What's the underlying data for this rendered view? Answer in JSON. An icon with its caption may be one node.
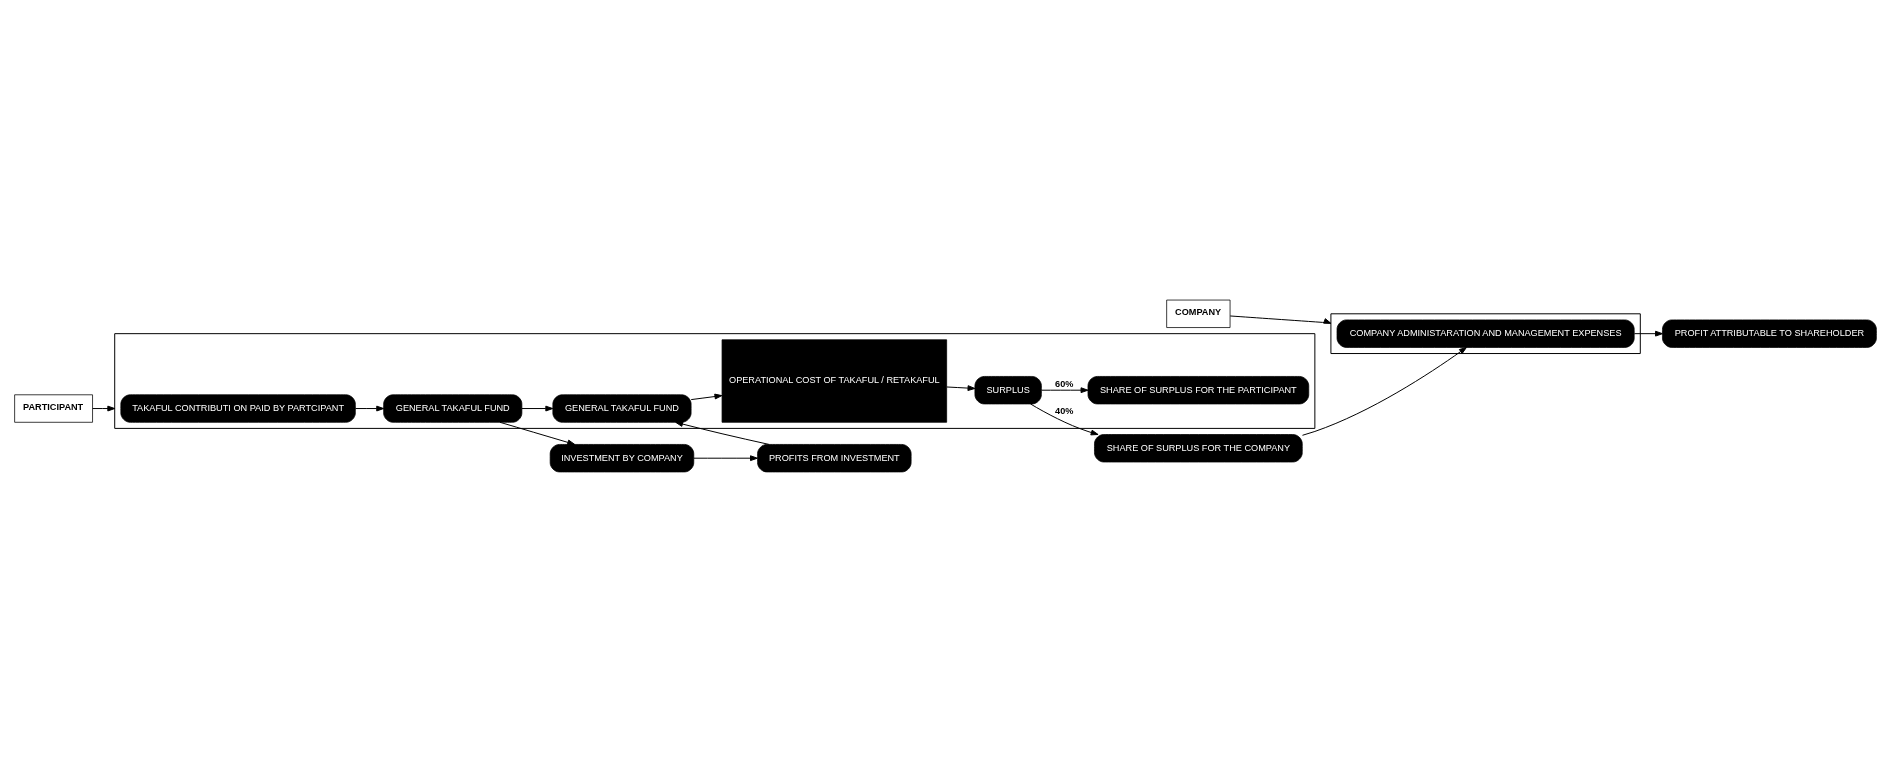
{
  "diagram": {
    "nodes": [
      {
        "text": [
          "COMPANY"
        ]
      },
      {
        "text": [],
        "shape": "box"
      },
      {
        "text": [
          "PROFIT ATTRIBUTABLE TO SHAREHOLDER"
        ]
      },
      {
        "text": [
          "COMPANY ADMINISTARATION AND MANAGEMENT EXPENSES"
        ],
        "in": 1
      },
      {
        "text": [
          "INVESTMENT BY COMPANY"
        ]
      },
      {
        "text": [
          "PROFITS FROM INVESTMENT"
        ]
      },
      {
        "text": [
          "PARTICIPANT"
        ]
      },
      {
        "text": [],
        "shape": "box"
      },
      {
        "text": [
          "TAKAFUL CONTRIBUTI ON PAID BY PARTCIPANT"
        ],
        "in": 7
      },
      {
        "text": [
          "GENERAL TAKAFUL FUND"
        ],
        "in": 7
      },
      {
        "text": [
          "GENERAL TAKAFUL FUND"
        ],
        "in": 7
      },
      {
        "text": [
          "OPERATIONAL COST OF TAKAFUL / RETAKAFUL"
        ],
        "in": 7
      },
      {
        "text": [
          "SURPLUS"
        ],
        "in": 7
      },
      {
        "text": [
          "SHARE OF SURPLUS FOR THE COMPANY"
        ]
      },
      {
        "text": [
          "SHARE OF SURPLUS FOR THE PARTICIPANT"
        ],
        "in": 7
      }
    ],
    "edges": [
      {
        "from": 0,
        "to": 1,
        "arrow": "to"
      },
      {
        "from": 6,
        "to": 7,
        "arrow": "to"
      },
      {
        "from": 8,
        "to": 9,
        "arrow": "to"
      },
      {
        "from": 9,
        "to": 4,
        "arrow": "to"
      },
      {
        "from": 4,
        "to": 5,
        "arrow": "to"
      },
      {
        "from": 5,
        "to": 10,
        "arrow": "to"
      },
      {
        "from": 9,
        "to": 10,
        "arrow": "to"
      },
      {
        "from": 10,
        "to": 11,
        "arrow": "to"
      },
      {
        "from": 11,
        "to": 12,
        "arrow": "to"
      },
      {
        "from": 12,
        "to": 13,
        "arrow": "to",
        "label": "40%"
      },
      {
        "from": 12,
        "to": 14,
        "arrow": "to",
        "label": "60%"
      },
      {
        "from": 13,
        "to": 3,
        "arrow": "to"
      },
      {
        "from": 3,
        "to": 2,
        "arrow": "to"
      }
    ]
  }
}
